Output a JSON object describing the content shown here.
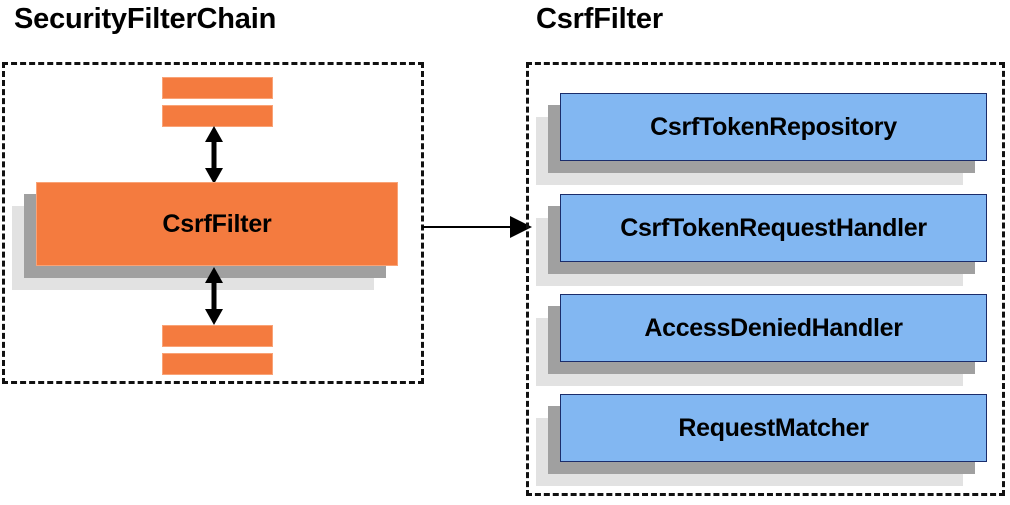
{
  "diagram": {
    "type": "architecture-block-diagram",
    "background_color": "#ffffff",
    "palette": {
      "orange_fill": "#f47b3f",
      "orange_border": "#f9a377",
      "blue_fill": "#82b7f2",
      "blue_border": "#1b2d6b",
      "shadow_mid": "#a0a0a0",
      "shadow_back": "#e2e2e2",
      "dashed_border": "#111111",
      "text": "#000000",
      "arrow": "#000000"
    }
  },
  "left_panel": {
    "title": "SecurityFilterChain",
    "top_bars": [
      {
        "name": "filter-bar-top-1"
      },
      {
        "name": "filter-bar-top-2"
      }
    ],
    "highlight_card": {
      "label": "CsrfFilter"
    },
    "bottom_bars": [
      {
        "name": "filter-bar-bottom-1"
      },
      {
        "name": "filter-bar-bottom-2"
      }
    ],
    "arrows": [
      {
        "name": "chain-arrow-above-csrffilter",
        "direction": "bidirectional-vertical"
      },
      {
        "name": "chain-arrow-below-csrffilter",
        "direction": "bidirectional-vertical"
      }
    ]
  },
  "connector": {
    "name": "csrffilter-expansion-arrow",
    "direction": "right",
    "from": "CsrfFilter",
    "to": "CsrfFilter"
  },
  "right_panel": {
    "title": "CsrfFilter",
    "collaborators": [
      {
        "label": "CsrfTokenRepository"
      },
      {
        "label": "CsrfTokenRequestHandler"
      },
      {
        "label": "AccessDeniedHandler"
      },
      {
        "label": "RequestMatcher"
      }
    ]
  },
  "chart_data": {
    "type": "diagram",
    "title": "Spring Security CsrfFilter collaborators",
    "nodes": [
      {
        "id": "securityfilterchain",
        "label": "SecurityFilterChain",
        "group": "left",
        "kind": "container-title"
      },
      {
        "id": "csrffilter-left",
        "label": "CsrfFilter",
        "group": "left",
        "kind": "highlight-card",
        "color": "#f47b3f"
      },
      {
        "id": "csrffilter-right",
        "label": "CsrfFilter",
        "group": "right",
        "kind": "container-title"
      },
      {
        "id": "csrftokenrepository",
        "label": "CsrfTokenRepository",
        "group": "right",
        "kind": "card",
        "color": "#82b7f2"
      },
      {
        "id": "csrftokenrequesthandler",
        "label": "CsrfTokenRequestHandler",
        "group": "right",
        "kind": "card",
        "color": "#82b7f2"
      },
      {
        "id": "accessdeniedhandler",
        "label": "AccessDeniedHandler",
        "group": "right",
        "kind": "card",
        "color": "#82b7f2"
      },
      {
        "id": "requestmatcher",
        "label": "RequestMatcher",
        "group": "right",
        "kind": "card",
        "color": "#82b7f2"
      }
    ],
    "edges": [
      {
        "from": "csrffilter-left",
        "to": "csrffilter-right",
        "style": "solid-arrow-right"
      },
      {
        "from": "filter-bar-top-2",
        "to": "csrffilter-left",
        "style": "bidirectional-vertical"
      },
      {
        "from": "csrffilter-left",
        "to": "filter-bar-bottom-1",
        "style": "bidirectional-vertical"
      }
    ]
  }
}
